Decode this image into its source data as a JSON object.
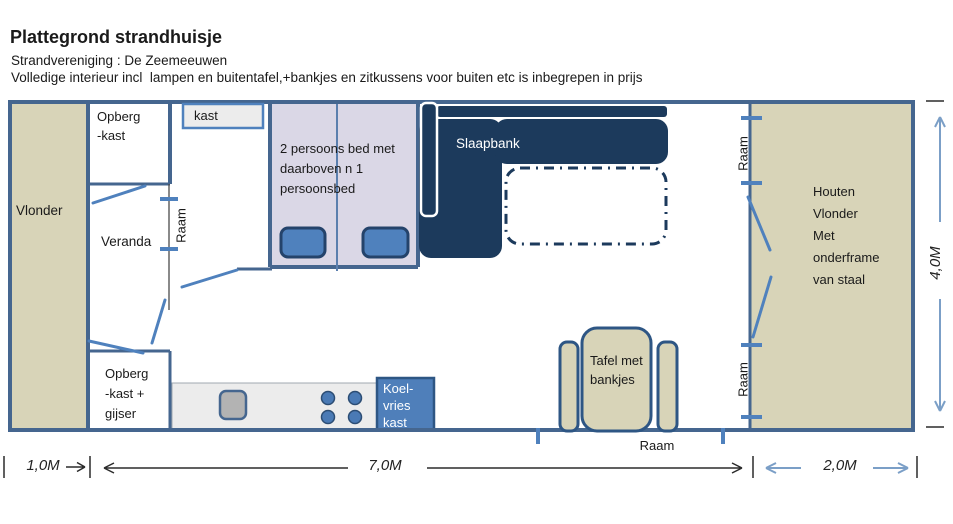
{
  "header": {
    "title": "Plattegrond strandhuisje",
    "subtitle": "Strandvereniging : De Zeemeeuwen",
    "note": "Volledige interieur incl  lampen en buitentafel,+bankjes en zitkussens voor buiten etc is inbegrepen in prijs"
  },
  "floorplan": {
    "rooms": {
      "vlonder": "Vlonder",
      "opberg_kast": "Opberg\n-kast",
      "kast": "kast",
      "veranda": "Veranda",
      "bed": "2 persoons bed met\ndaarboven n 1\npersoonsbed",
      "slaapbank": "Slaapbank",
      "houten_vlonder": "Houten\nVlonder\nMet\nonderframe\nvan staal",
      "opberg_gijser": "Opberg\n-kast +\ngijser",
      "koelvries": "Koel-\nvries\nkast",
      "tafel": "Tafel met\nbankjes"
    },
    "window_label": "Raam",
    "dimensions": {
      "left": "1,0M",
      "middle": "7,0M",
      "right": "2,0M",
      "depth": "4,0M"
    }
  },
  "colors": {
    "wall": "#45668f",
    "furniture_dark": "#1c3a5c",
    "accent_blue": "#4f81bd",
    "light_arrow_blue": "#7b9fc7",
    "deck_beige": "#d8d4b8",
    "bedroom_lavender": "#dad7e6",
    "counter_gray": "#ececec",
    "fridge_blue": "#4f7fba"
  }
}
